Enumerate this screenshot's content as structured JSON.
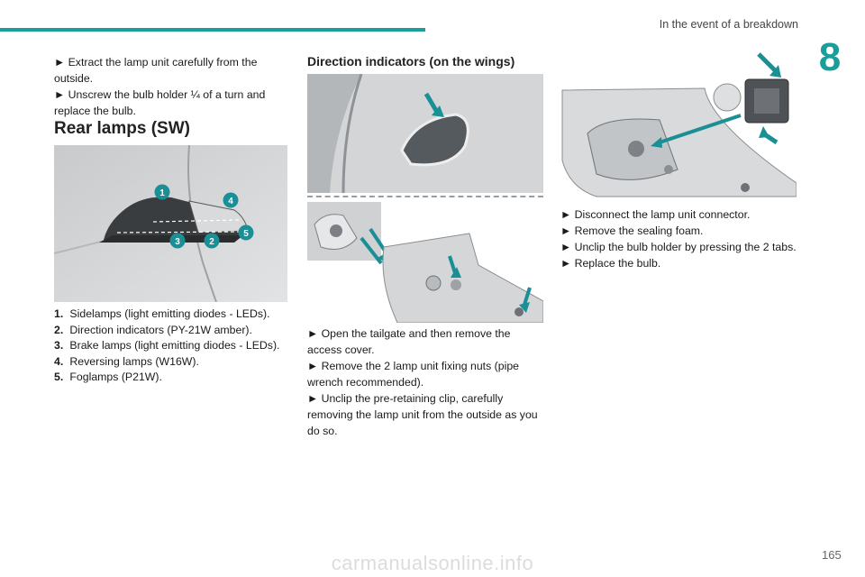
{
  "header": {
    "section": "In the event of a breakdown",
    "chapter": "8"
  },
  "page_number": "165",
  "watermark": "carmanualsonline.info",
  "col1": {
    "steps": [
      "► Extract the lamp unit carefully from the outside.",
      "► Unscrew the bulb holder ¼ of a turn and replace the bulb."
    ],
    "heading": "Rear lamps (SW)",
    "callouts": [
      "1",
      "2",
      "3",
      "4",
      "5"
    ],
    "legend": [
      {
        "num": "1.",
        "text": "Sidelamps (light emitting diodes - LEDs)."
      },
      {
        "num": "2.",
        "text": "Direction indicators (PY-21W amber)."
      },
      {
        "num": "3.",
        "text": "Brake lamps (light emitting diodes - LEDs)."
      },
      {
        "num": "4.",
        "text": "Reversing lamps (W16W)."
      },
      {
        "num": "5.",
        "text": "Foglamps (P21W)."
      }
    ]
  },
  "col2": {
    "heading": "Direction indicators (on the wings)",
    "steps": [
      "► Open the tailgate and then remove the access cover.",
      "► Remove the 2 lamp unit fixing nuts (pipe wrench recommended).",
      "► Unclip the pre-retaining clip, carefully removing the lamp unit from the outside as you do so."
    ]
  },
  "col3": {
    "steps": [
      "► Disconnect the lamp unit connector.",
      "► Remove the sealing foam.",
      "► Unclip the bulb holder by pressing the 2 tabs.",
      "► Replace the bulb."
    ]
  },
  "colors": {
    "accent": "#1a9e9a",
    "callout": "#1a8f96"
  }
}
